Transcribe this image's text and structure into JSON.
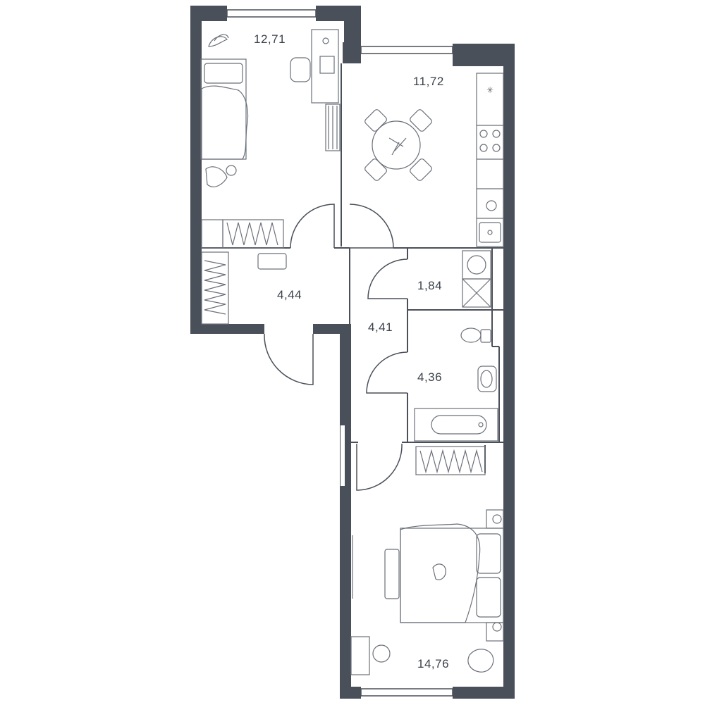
{
  "rooms": {
    "bedroom_top": {
      "area": "12,71"
    },
    "kitchen": {
      "area": "11,72"
    },
    "laundry": {
      "area": "1,84"
    },
    "entry": {
      "area": "4,44"
    },
    "hall": {
      "area": "4,41"
    },
    "bathroom": {
      "area": "4,36"
    },
    "bedroom_bottom": {
      "area": "14,76"
    }
  },
  "colors": {
    "wall": "#4a5059",
    "background": "#ffffff",
    "furniture": "#6b7079"
  }
}
